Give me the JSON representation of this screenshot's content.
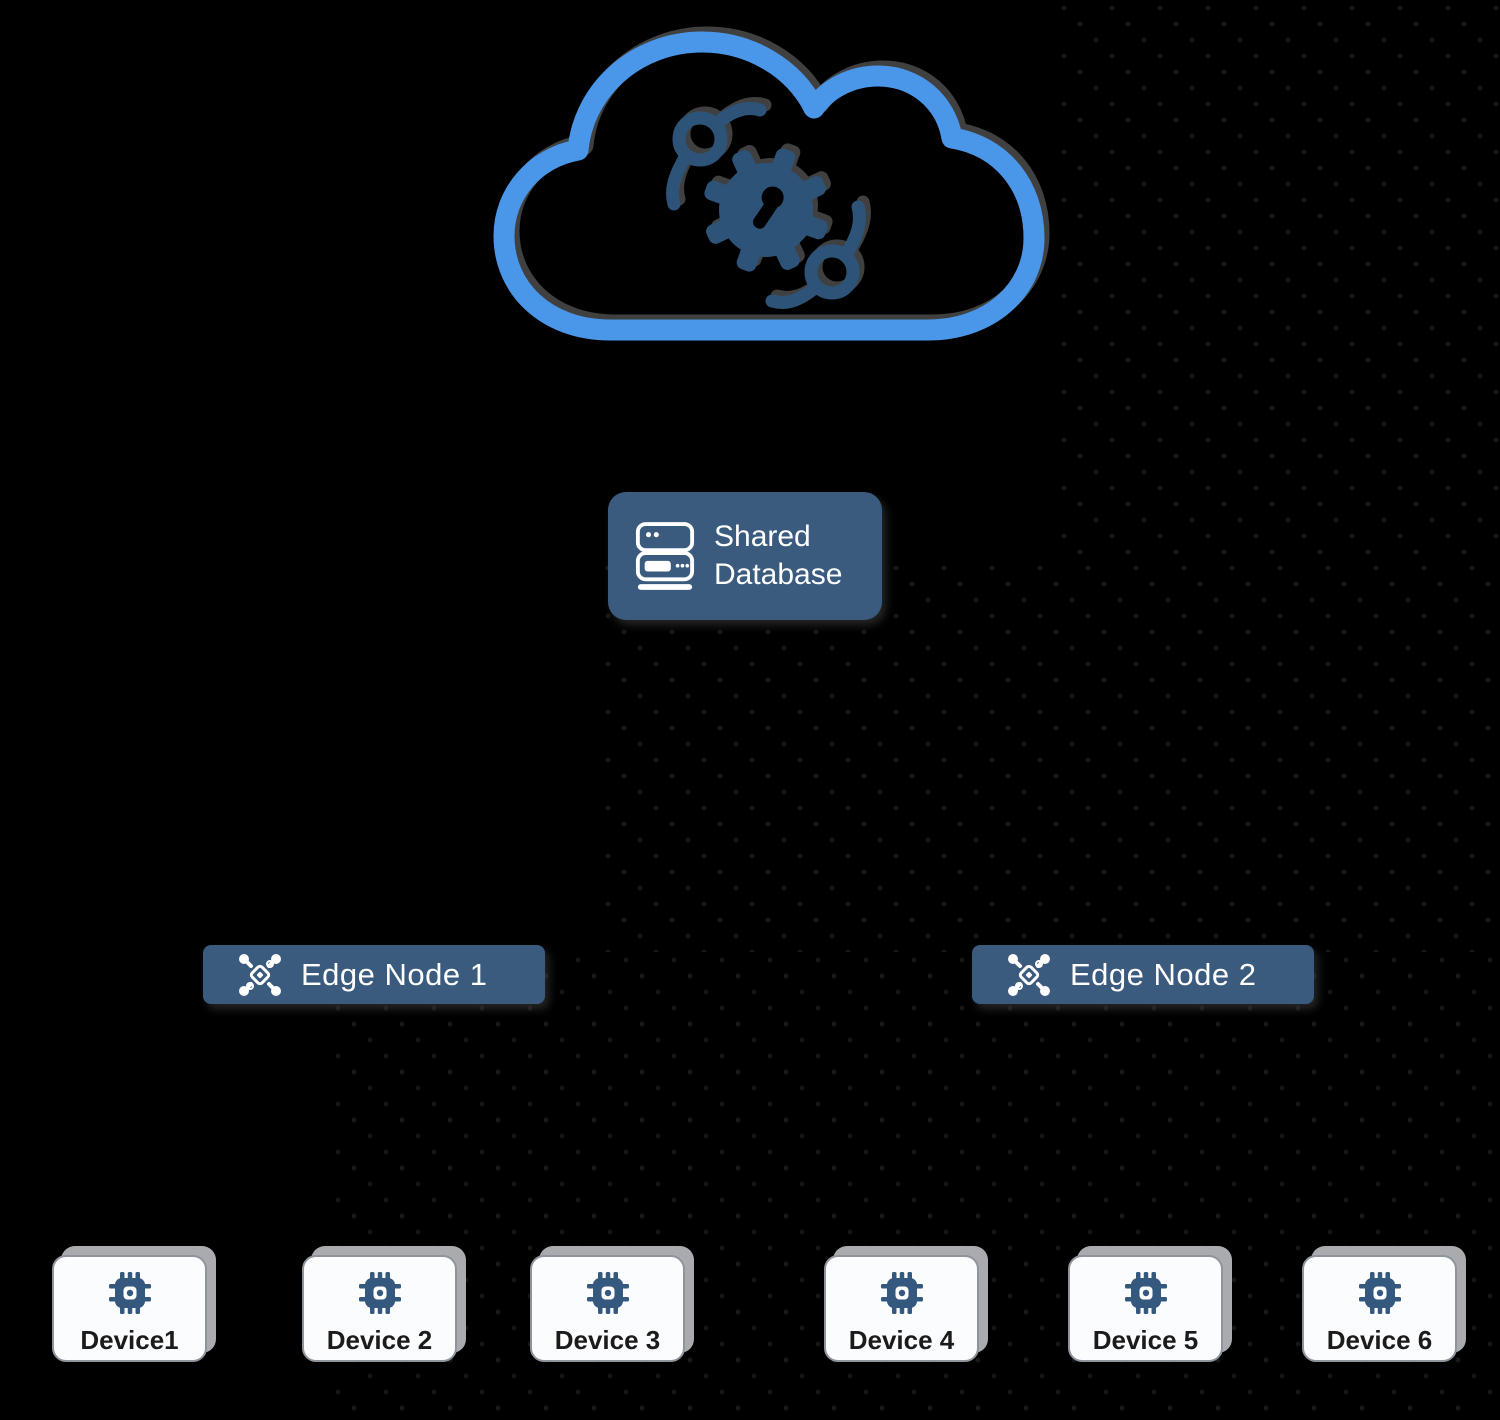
{
  "title": "Edge computing architecture diagram",
  "colors": {
    "background": "#000000",
    "cloud_outline_blue": "#4a97e9",
    "cloud_icon_navy": "#2d5478",
    "node_box_blue": "#3a5a7e",
    "node_text_white": "#ffffff",
    "device_bg": "#fbfcfe",
    "device_border": "#8e949b",
    "device_text": "#1b1b1b",
    "device_chip_blue": "#35587e",
    "texture_dot": "#161616",
    "shadow_gray": "#a9abae"
  },
  "cloud": {
    "icon": "cloud-gear-wrenches-icon"
  },
  "database": {
    "label": "Shared Database",
    "icon": "database-server-icon"
  },
  "edge_nodes": [
    {
      "label": "Edge Node 1",
      "icon": "edge-node-network-icon"
    },
    {
      "label": "Edge Node 2",
      "icon": "edge-node-network-icon"
    }
  ],
  "devices": [
    {
      "label": "Device1"
    },
    {
      "label": "Device 2"
    },
    {
      "label": "Device 3"
    },
    {
      "label": "Device 4"
    },
    {
      "label": "Device 5"
    },
    {
      "label": "Device 6"
    }
  ]
}
